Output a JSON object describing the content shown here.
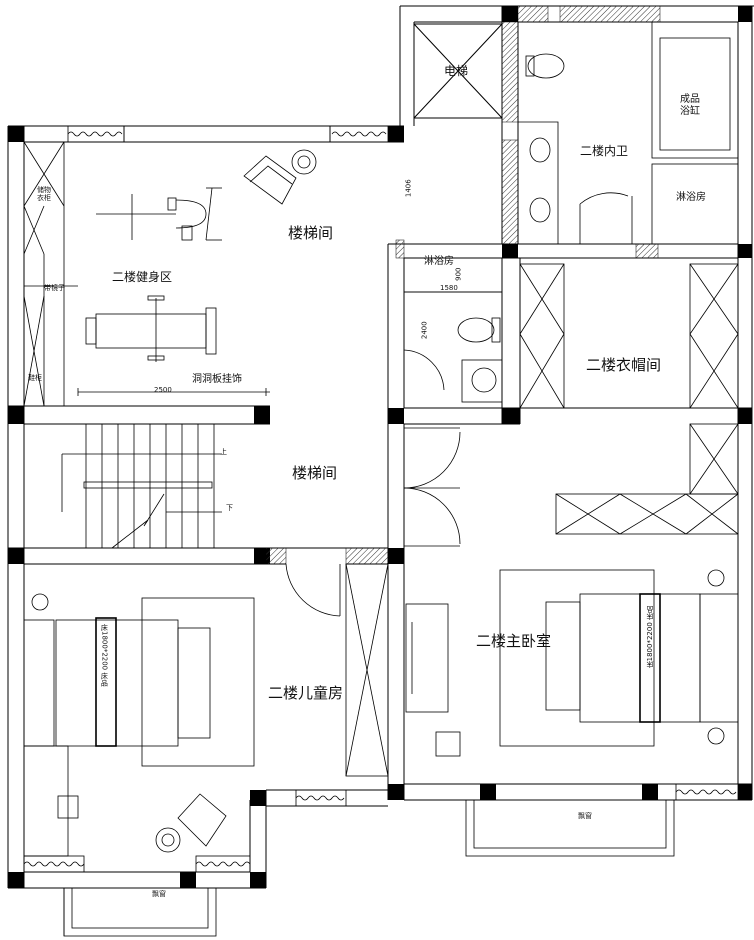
{
  "rooms": {
    "elevator": "电梯",
    "stair_upper": "楼梯间",
    "inner_bath": "二楼内卫",
    "bathtub": "成品\n浴缸",
    "shower_upper": "淋浴房",
    "shower_lower": "淋浴房",
    "gym": "二楼健身区",
    "storage": "储物\n衣柜",
    "mirror": "带镜子",
    "pegboard": "洞洞板挂饰",
    "cloakroom": "二楼衣帽间",
    "stair_lower": "楼梯间",
    "up": "上",
    "down": "下",
    "master": "二楼主卧室",
    "kids": "二楼儿童房",
    "bay_window_left": "飘窗",
    "bay_window_right": "飘窗",
    "shoe_cab": "鞋柜"
  },
  "dimensions": {
    "d1406": "1406",
    "d1580": "1580",
    "d900": "900",
    "d2400": "2400",
    "d2500": "2500"
  },
  "beds": {
    "left_size": "床1800*2200 床品",
    "right_size": "床1800*2200 床品"
  }
}
